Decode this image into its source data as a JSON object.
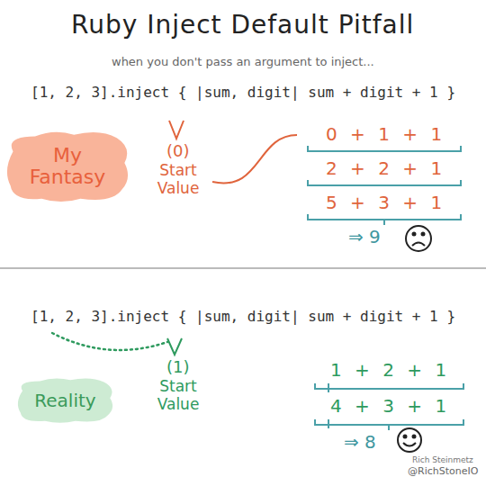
{
  "diagram": {
    "title": "Ruby Inject Default Pitfall",
    "nodes": [
      {
        "text": [
          "My Fantasy"
        ]
      },
      {
        "text": [
          "Reality"
        ]
      }
    ],
    "labels": [
      "when you don't pass an argument to inject...",
      "[1, 2, 3].inject { |sum, digit| sum + digit + 1 }",
      "(0)",
      "Start Value",
      "0 + 1 + 1",
      "2 + 2 + 1",
      "5 + 3 + 1",
      "⇒ 9",
      "[1, 2, 3].inject { |sum, digit| sum + digit + 1 }",
      "(1)",
      "Start Value",
      "1 + 2 + 1",
      "4 + 3 + 1",
      "⇒ 8",
      "Rich Steinmetz",
      "@RichStoneIO"
    ]
  }
}
